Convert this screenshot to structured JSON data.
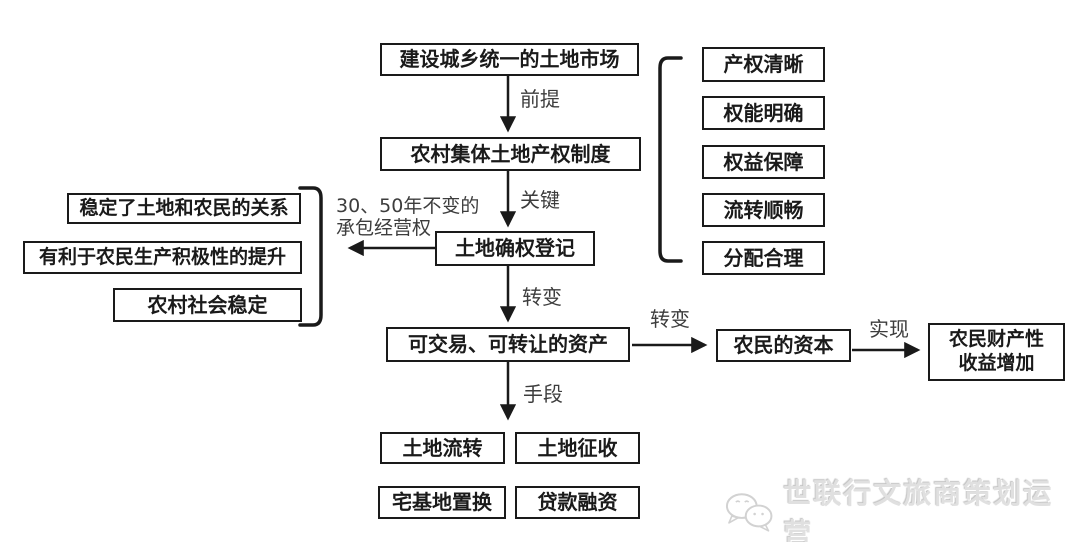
{
  "diagram": {
    "background": "#ffffff",
    "colors": {
      "box_border": "#1a1a1a",
      "box_text": "#1a1a1a",
      "label_text": "#3d3d3d",
      "arrow": "#1a1a1a",
      "watermark": "#d6d6d6"
    },
    "main_flow": {
      "unified_land_market": "建设城乡统一的土地市场",
      "collective_land_property_system": "农村集体土地产权制度",
      "land_rights_registration": "土地确权登记",
      "tradable_transferable_assets": "可交易、可转让的资产",
      "farmers_capital": "农民的资本",
      "property_income": {
        "line1": "农民财产性",
        "line2": "收益增加"
      }
    },
    "means_boxes": [
      "土地流转",
      "土地征收",
      "宅基地置换",
      "贷款融资"
    ],
    "left_effects": [
      "稳定了土地和农民的关系",
      "有利于农民生产积极性的提升",
      "农村社会稳定"
    ],
    "right_principles": [
      "产权清晰",
      "权能明确",
      "权益保障",
      "流转顺畅",
      "分配合理"
    ],
    "edge_labels": {
      "premise": "前提",
      "key": "关键",
      "transform_down": "转变",
      "means": "手段",
      "transform_right": "转变",
      "realize": "实现",
      "contract_rights": {
        "line1": "30、50年不变的",
        "line2": "承包经营权"
      }
    },
    "watermark": {
      "logo": "wechat-bubbles-icon",
      "text": "世联行文旅商策划运营"
    }
  }
}
